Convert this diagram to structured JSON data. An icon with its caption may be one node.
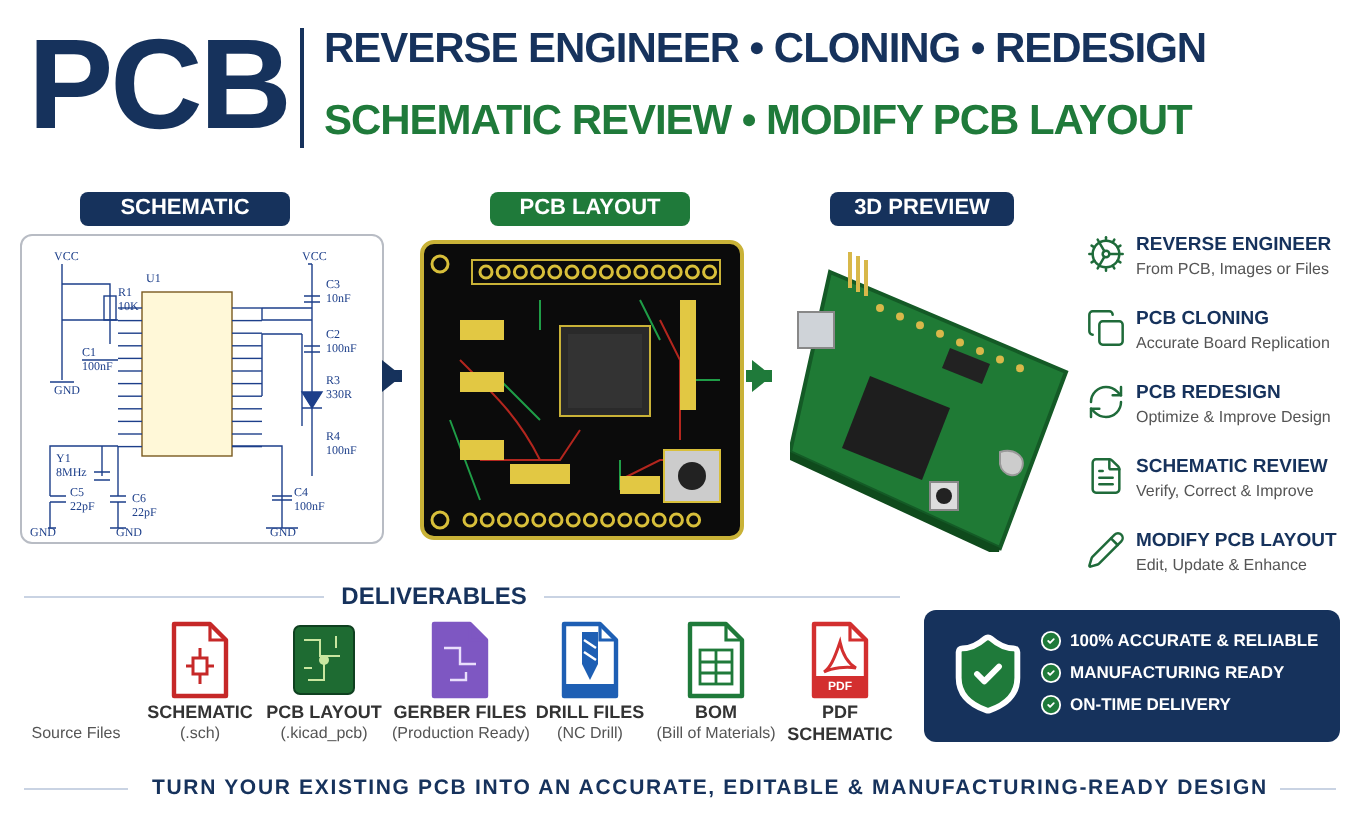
{
  "diagram": {
    "title": "PCB",
    "caption": "TURN YOUR EXISTING PCB INTO AN ACCURATE, EDITABLE & MANUFACTURING-READY DESIGN",
    "nodes": [
      {
        "text": [
          "SCHEMATIC"
        ]
      },
      {
        "text": [
          "PCB LAYOUT"
        ]
      },
      {
        "text": [
          "3D PREVIEW"
        ]
      },
      {
        "text": [
          "100% ACCURATE & RELIABLE",
          "MANUFACTURING READY",
          "ON-TIME DELIVERY"
        ]
      }
    ],
    "edges": [
      {
        "from": 0,
        "to": 1,
        "arrow": "to",
        "color": "#16325c"
      },
      {
        "from": 1,
        "to": 2,
        "arrow": "to",
        "color": "#1f7a3a"
      }
    ],
    "labels": [
      "REVERSE ENGINEER • CLONING • REDESIGN",
      "SCHEMATIC REVIEW • MODIFY PCB LAYOUT",
      "REVERSE ENGINEER",
      "From PCB, Images or Files",
      "PCB CLONING",
      "Accurate Board Replication",
      "PCB REDESIGN",
      "Optimize & Improve Design",
      "SCHEMATIC REVIEW",
      "Verify, Correct & Improve",
      "MODIFY PCB LAYOUT",
      "Edit, Update & Enhance",
      "DELIVERABLES",
      "Source Files",
      "SCHEMATIC",
      "(.sch)",
      "PCB LAYOUT",
      "(.kicad_pcb)",
      "GERBER FILES",
      "(Production Ready)",
      "DRILL FILES",
      "(NC Drill)",
      "BOM",
      "(Bill of Materials)",
      "PDF",
      "PDF SCHEMATIC",
      "VCC",
      "U1",
      "R1",
      "10K",
      "VCC",
      "C3",
      "10nF",
      "C2",
      "100nF",
      "C1",
      "100nF",
      "R3",
      "330R",
      "R4",
      "100nF",
      "Y1",
      "8MHz",
      "C5",
      "22pF",
      "C6",
      "22pF",
      "C4",
      "100nF",
      "GND",
      "GND",
      "GND",
      "GND"
    ]
  }
}
